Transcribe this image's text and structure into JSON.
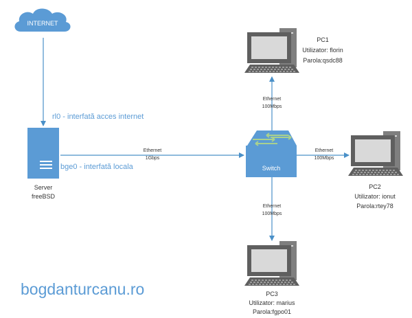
{
  "cloud": {
    "label": "INTERNET"
  },
  "server": {
    "name": "Server",
    "os": "freeBSD"
  },
  "interfaces": {
    "internet": "rl0 - interfată acces internet",
    "local": "bge0 - interfată locala"
  },
  "switch": {
    "label": "Switch"
  },
  "links": {
    "server_switch": {
      "line1": "Ethernet",
      "line2": "1Gbps"
    },
    "pc1": {
      "line1": "Ethernet",
      "line2": "100Mbps"
    },
    "pc2": {
      "line1": "Ethernet",
      "line2": "100Mbps"
    },
    "pc3": {
      "line1": "Ethernet",
      "line2": "100Mbps"
    }
  },
  "pcs": {
    "pc1": {
      "name": "PC1",
      "user": "Utilizator: florin",
      "pass": "Parola:qsdc88"
    },
    "pc2": {
      "name": "PC2",
      "user": "Utilizator: ionut",
      "pass": "Parola:rtey78"
    },
    "pc3": {
      "name": "PC3",
      "user": "Utilizator: marius",
      "pass": "Parola:fgpo01"
    }
  },
  "watermark": "bogdanturcanu.ro",
  "colors": {
    "accent": "#5b9bd5",
    "link": "#4a90c8",
    "gray": "#5f5f5f",
    "pcfill": "#7f7f7f"
  }
}
